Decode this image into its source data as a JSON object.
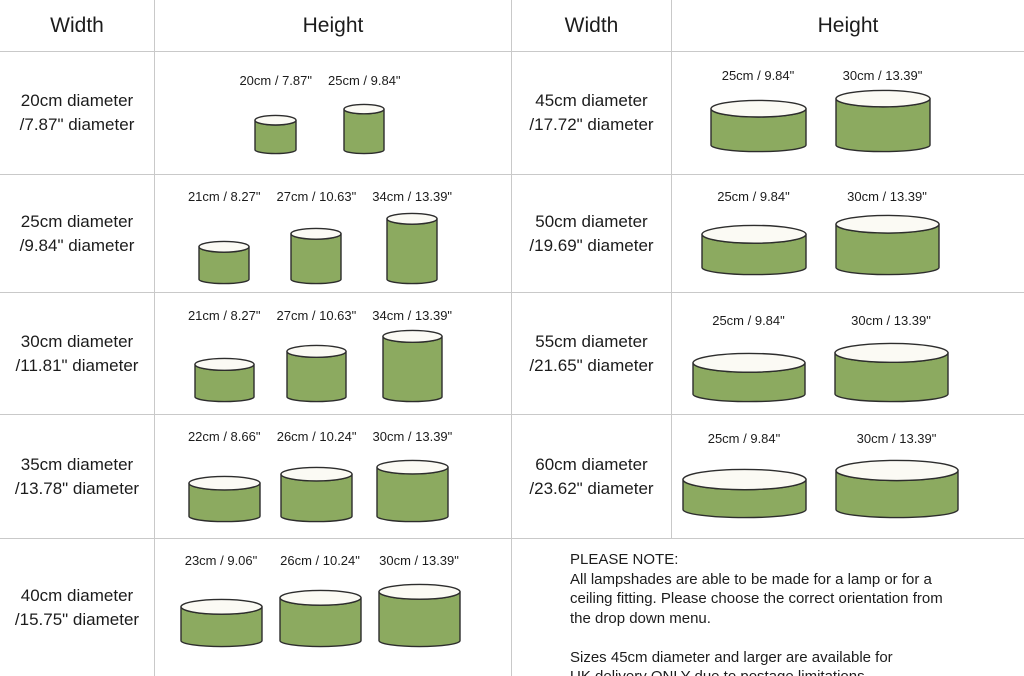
{
  "colors": {
    "shade_fill": "#8caa60",
    "shade_outline": "#2d2d2d",
    "rim_fill": "#fbfaf4",
    "grid_line": "#c9c9c9",
    "text": "#1c1c1c"
  },
  "headers": {
    "left_width": "Width",
    "left_height": "Height",
    "right_width": "Width",
    "right_height": "Height"
  },
  "left_rows": [
    {
      "width_lines": [
        "20cm diameter",
        "/7.87\" diameter"
      ],
      "shades": [
        {
          "label": "20cm / 7.87\"",
          "w": 43,
          "h": 41
        },
        {
          "label": "25cm / 9.84\"",
          "w": 42,
          "h": 52
        }
      ]
    },
    {
      "width_lines": [
        "25cm diameter",
        "/9.84\" diameter"
      ],
      "shades": [
        {
          "label": "21cm / 8.27\"",
          "w": 52,
          "h": 45
        },
        {
          "label": "27cm / 10.63\"",
          "w": 52,
          "h": 58
        },
        {
          "label": "34cm / 13.39\"",
          "w": 52,
          "h": 73
        }
      ]
    },
    {
      "width_lines": [
        "30cm diameter",
        "/11.81\" diameter"
      ],
      "shades": [
        {
          "label": "21cm / 8.27\"",
          "w": 61,
          "h": 46
        },
        {
          "label": "27cm / 10.63\"",
          "w": 61,
          "h": 59
        },
        {
          "label": "34cm / 13.39\"",
          "w": 61,
          "h": 74
        }
      ]
    },
    {
      "width_lines": [
        "35cm diameter",
        "/13.78\" diameter"
      ],
      "shades": [
        {
          "label": "22cm / 8.66\"",
          "w": 73,
          "h": 48
        },
        {
          "label": "26cm / 10.24\"",
          "w": 73,
          "h": 57
        },
        {
          "label": "30cm / 13.39\"",
          "w": 73,
          "h": 64
        }
      ]
    },
    {
      "width_lines": [
        "40cm diameter",
        "/15.75\" diameter"
      ],
      "shades": [
        {
          "label": "23cm / 9.06\"",
          "w": 83,
          "h": 50
        },
        {
          "label": "26cm / 10.24\"",
          "w": 83,
          "h": 59
        },
        {
          "label": "30cm / 13.39\"",
          "w": 83,
          "h": 65
        }
      ]
    }
  ],
  "right_rows": [
    {
      "width_lines": [
        "45cm diameter",
        "/17.72\" diameter"
      ],
      "shades": [
        {
          "label": "25cm / 9.84\"",
          "w": 97,
          "h": 54
        },
        {
          "label": "30cm / 13.39\"",
          "w": 96,
          "h": 64
        }
      ]
    },
    {
      "width_lines": [
        "50cm diameter",
        "/19.69\" diameter"
      ],
      "shades": [
        {
          "label": "25cm / 9.84\"",
          "w": 106,
          "h": 52
        },
        {
          "label": "30cm / 13.39\"",
          "w": 105,
          "h": 62
        }
      ]
    },
    {
      "width_lines": [
        "55cm diameter",
        "/21.65\" diameter"
      ],
      "shades": [
        {
          "label": "25cm / 9.84\"",
          "w": 114,
          "h": 51
        },
        {
          "label": "30cm / 13.39\"",
          "w": 115,
          "h": 61
        }
      ]
    },
    {
      "width_lines": [
        "60cm diameter",
        "/23.62\" diameter"
      ],
      "shades": [
        {
          "label": "25cm / 9.84\"",
          "w": 125,
          "h": 51
        },
        {
          "label": "30cm / 13.39\"",
          "w": 124,
          "h": 60
        }
      ]
    }
  ],
  "note": {
    "title": "PLEASE NOTE:",
    "body": [
      "All lampshades are able to be made for a lamp or for a",
      "ceiling fitting. Please choose the correct orientation from",
      "the drop down menu.",
      "",
      "Sizes 45cm diameter and larger are available for",
      "UK delivery ONLY due to postage limitations"
    ]
  }
}
